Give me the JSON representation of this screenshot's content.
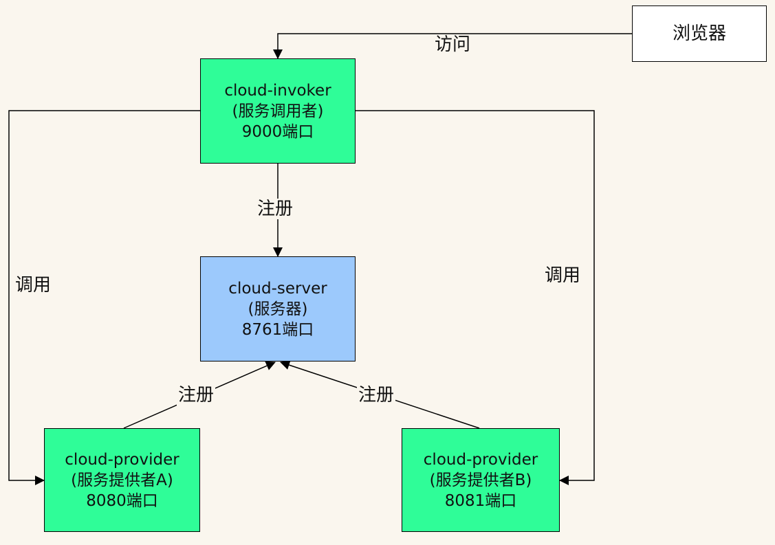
{
  "nodes": {
    "browser": {
      "line1": "浏览器"
    },
    "invoker": {
      "line1": "cloud-invoker",
      "line2": "(服务调用者)",
      "line3": "9000端口"
    },
    "server": {
      "line1": "cloud-server",
      "line2": "(服务器)",
      "line3": "8761端口"
    },
    "provider_a": {
      "line1": "cloud-provider",
      "line2": "(服务提供者A)",
      "line3": "8080端口"
    },
    "provider_b": {
      "line1": "cloud-provider",
      "line2": "(服务提供者B)",
      "line3": "8081端口"
    }
  },
  "edges": {
    "visit": "访问",
    "register_invoker": "注册",
    "register_a": "注册",
    "register_b": "注册",
    "call_left": "调用",
    "call_right": "调用"
  },
  "colors": {
    "background": "#faf6ee",
    "invoker_fill": "#2ffd98",
    "server_fill": "#9cc9fc",
    "provider_fill": "#2ffd98",
    "browser_fill": "#ffffff"
  }
}
